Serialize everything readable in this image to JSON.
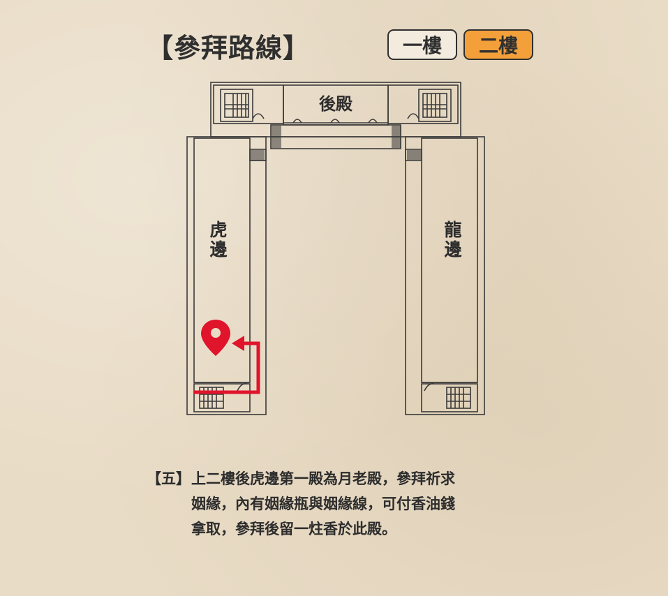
{
  "title": "【參拜路線】",
  "floors": [
    {
      "label": "一樓",
      "active": false
    },
    {
      "label": "二樓",
      "active": true
    }
  ],
  "plan": {
    "rear_hall": "後殿",
    "tiger_side": [
      "虎",
      "邊"
    ],
    "dragon_side": [
      "龍",
      "邊"
    ]
  },
  "route_color": "#e0142b",
  "active_color": "#f3a03b",
  "step": {
    "number": "【五】",
    "lines": [
      "上二樓後虎邊第一殿為月老殿，參拜祈求",
      "姻緣，內有姻緣瓶與姻緣線，可付香油錢",
      "拿取，參拜後留一炷香於此殿。"
    ]
  }
}
